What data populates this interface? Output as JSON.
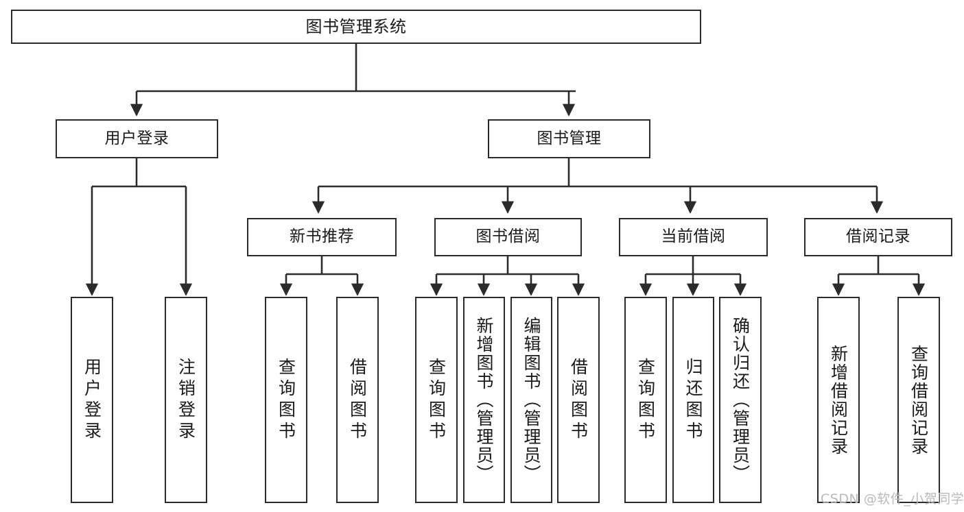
{
  "diagram": {
    "type": "tree-hierarchy",
    "title": "图书管理系统",
    "orientation": "top-down",
    "colors": {
      "background": "#ffffff",
      "node_border": "#2b2b2b",
      "node_fill": "#ffffff",
      "edge": "#2b2b2b",
      "text": "#1a1a1a",
      "watermark": "#b9b9b9"
    }
  },
  "nodes": {
    "root": {
      "label": "图书管理系统"
    },
    "level2": [
      {
        "id": "user-login",
        "label": "用户登录"
      },
      {
        "id": "book-manage",
        "label": "图书管理"
      }
    ],
    "level3": [
      {
        "id": "new-book-recommend",
        "label": "新书推荐"
      },
      {
        "id": "book-borrow",
        "label": "图书借阅"
      },
      {
        "id": "current-borrow",
        "label": "当前借阅"
      },
      {
        "id": "borrow-record",
        "label": "借阅记录"
      }
    ],
    "leaves": [
      {
        "id": "leaf-user-login",
        "label": "用户登录",
        "parent": "user-login"
      },
      {
        "id": "leaf-logout",
        "label": "注销登录",
        "parent": "user-login"
      },
      {
        "id": "leaf-query-book-1",
        "label": "查询图书",
        "parent": "new-book-recommend"
      },
      {
        "id": "leaf-borrow-book-1",
        "label": "借阅图书",
        "parent": "new-book-recommend"
      },
      {
        "id": "leaf-query-book-2",
        "label": "查询图书",
        "parent": "book-borrow"
      },
      {
        "id": "leaf-add-book",
        "label": "新增图书（管理员）",
        "parent": "book-borrow"
      },
      {
        "id": "leaf-edit-book",
        "label": "编辑图书（管理员）",
        "parent": "book-borrow"
      },
      {
        "id": "leaf-borrow-book-2",
        "label": "借阅图书",
        "parent": "book-borrow"
      },
      {
        "id": "leaf-query-book-3",
        "label": "查询图书",
        "parent": "current-borrow"
      },
      {
        "id": "leaf-return-book",
        "label": "归还图书",
        "parent": "current-borrow"
      },
      {
        "id": "leaf-confirm-return",
        "label": "确认归还（管理员）",
        "parent": "current-borrow"
      },
      {
        "id": "leaf-add-record",
        "label": "新增借阅记录",
        "parent": "borrow-record"
      },
      {
        "id": "leaf-query-record",
        "label": "查询借阅记录",
        "parent": "borrow-record"
      }
    ]
  },
  "watermark": {
    "text": "CSDN @软件_小贺同学"
  }
}
